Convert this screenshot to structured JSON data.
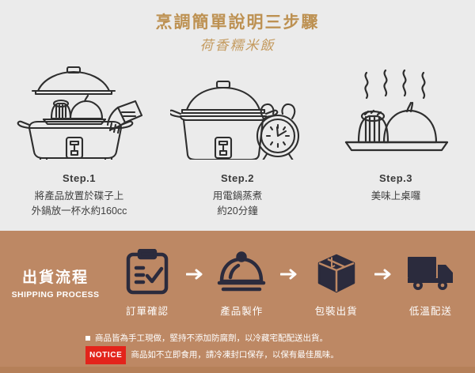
{
  "colors": {
    "page_bg": "#ebebeb",
    "title_gold": "#bd9152",
    "subtitle_gold": "#c49a5e",
    "brown_band": "#bd8864",
    "brown_strip": "#b58059",
    "ink": "#2b2b3d",
    "notice_red": "#e3241b",
    "white": "#ffffff"
  },
  "header": {
    "title": "烹調簡單說明三步驟",
    "subtitle": "荷香糯米飯"
  },
  "steps": [
    {
      "label": "Step.1",
      "desc_lines": [
        "將產品放置於碟子上",
        "外鍋放一杯水約160cc"
      ],
      "icon": "rice-cooker-open-with-plate-and-measuring-cup-icon"
    },
    {
      "label": "Step.2",
      "desc_lines": [
        "用電鍋蒸煮",
        "約20分鐘"
      ],
      "icon": "rice-cooker-closed-with-alarm-clock-icon"
    },
    {
      "label": "Step.3",
      "desc_lines": [
        "美味上桌囉"
      ],
      "icon": "steaming-dumplings-on-plate-icon"
    }
  ],
  "shipping": {
    "heading_zh": "出貨流程",
    "heading_en": "SHIPPING PROCESS",
    "arrow": "→",
    "steps": [
      {
        "label": "訂單確認",
        "icon": "clipboard-checklist-icon"
      },
      {
        "label": "產品製作",
        "icon": "cloche-food-dome-icon"
      },
      {
        "label": "包裝出貨",
        "icon": "cardboard-box-icon"
      },
      {
        "label": "低溫配送",
        "icon": "delivery-truck-icon"
      }
    ]
  },
  "notice": {
    "line1": "商品皆為手工現做，堅持不添加防腐劑，以冷藏宅配配送出貨。",
    "badge": "NOTICE",
    "line2": "商品如不立即食用，請冷凍封口保存，以保有最佳風味。"
  }
}
